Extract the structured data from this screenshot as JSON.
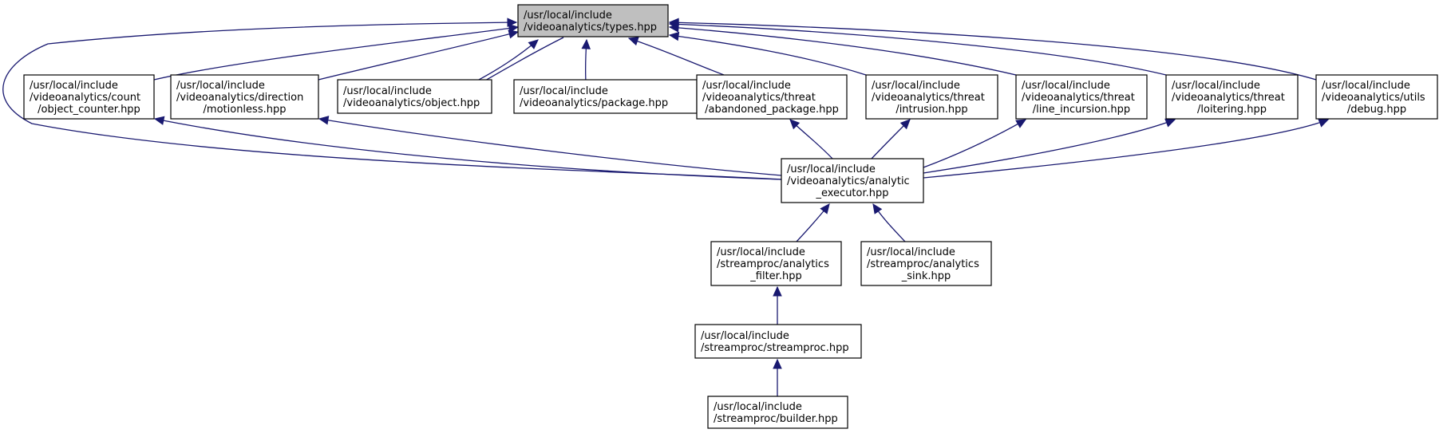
{
  "diagram": {
    "type": "include-dependency-graph",
    "edge_color": "#191970",
    "root_fill": "#bfbfbf",
    "nodes": [
      {
        "id": "types",
        "root": true,
        "lines": [
          "/usr/local/include",
          "/videoanalytics/types.hpp"
        ]
      },
      {
        "id": "count",
        "lines": [
          "/usr/local/include",
          "/videoanalytics/count",
          "/object_counter.hpp"
        ]
      },
      {
        "id": "motionless",
        "lines": [
          "/usr/local/include",
          "/videoanalytics/direction",
          "/motionless.hpp"
        ]
      },
      {
        "id": "object",
        "lines": [
          "/usr/local/include",
          "/videoanalytics/object.hpp"
        ]
      },
      {
        "id": "package",
        "lines": [
          "/usr/local/include",
          "/videoanalytics/package.hpp"
        ]
      },
      {
        "id": "abandoned",
        "lines": [
          "/usr/local/include",
          "/videoanalytics/threat",
          "/abandoned_package.hpp"
        ]
      },
      {
        "id": "intrusion",
        "lines": [
          "/usr/local/include",
          "/videoanalytics/threat",
          "/intrusion.hpp"
        ]
      },
      {
        "id": "incursion",
        "lines": [
          "/usr/local/include",
          "/videoanalytics/threat",
          "/line_incursion.hpp"
        ]
      },
      {
        "id": "loitering",
        "lines": [
          "/usr/local/include",
          "/videoanalytics/threat",
          "/loitering.hpp"
        ]
      },
      {
        "id": "debug",
        "lines": [
          "/usr/local/include",
          "/videoanalytics/utils",
          "/debug.hpp"
        ]
      },
      {
        "id": "executor",
        "lines": [
          "/usr/local/include",
          "/videoanalytics/analytic",
          "_executor.hpp"
        ]
      },
      {
        "id": "filter",
        "lines": [
          "/usr/local/include",
          "/streamproc/analytics",
          "_filter.hpp"
        ]
      },
      {
        "id": "sink",
        "lines": [
          "/usr/local/include",
          "/streamproc/analytics",
          "_sink.hpp"
        ]
      },
      {
        "id": "streamproc",
        "lines": [
          "/usr/local/include",
          "/streamproc/streamproc.hpp"
        ]
      },
      {
        "id": "builder",
        "lines": [
          "/usr/local/include",
          "/streamproc/builder.hpp"
        ]
      }
    ],
    "edges": [
      {
        "from": "count",
        "to": "types"
      },
      {
        "from": "motionless",
        "to": "types"
      },
      {
        "from": "object",
        "to": "types"
      },
      {
        "from": "types",
        "to": "object"
      },
      {
        "from": "package",
        "to": "types"
      },
      {
        "from": "abandoned",
        "to": "types"
      },
      {
        "from": "intrusion",
        "to": "types"
      },
      {
        "from": "incursion",
        "to": "types"
      },
      {
        "from": "loitering",
        "to": "types"
      },
      {
        "from": "debug",
        "to": "types"
      },
      {
        "from": "executor",
        "to": "types"
      },
      {
        "from": "executor",
        "to": "count"
      },
      {
        "from": "executor",
        "to": "motionless"
      },
      {
        "from": "executor",
        "to": "abandoned"
      },
      {
        "from": "executor",
        "to": "intrusion"
      },
      {
        "from": "executor",
        "to": "incursion"
      },
      {
        "from": "executor",
        "to": "loitering"
      },
      {
        "from": "executor",
        "to": "debug"
      },
      {
        "from": "filter",
        "to": "executor"
      },
      {
        "from": "sink",
        "to": "executor"
      },
      {
        "from": "streamproc",
        "to": "filter"
      },
      {
        "from": "builder",
        "to": "streamproc"
      }
    ]
  }
}
